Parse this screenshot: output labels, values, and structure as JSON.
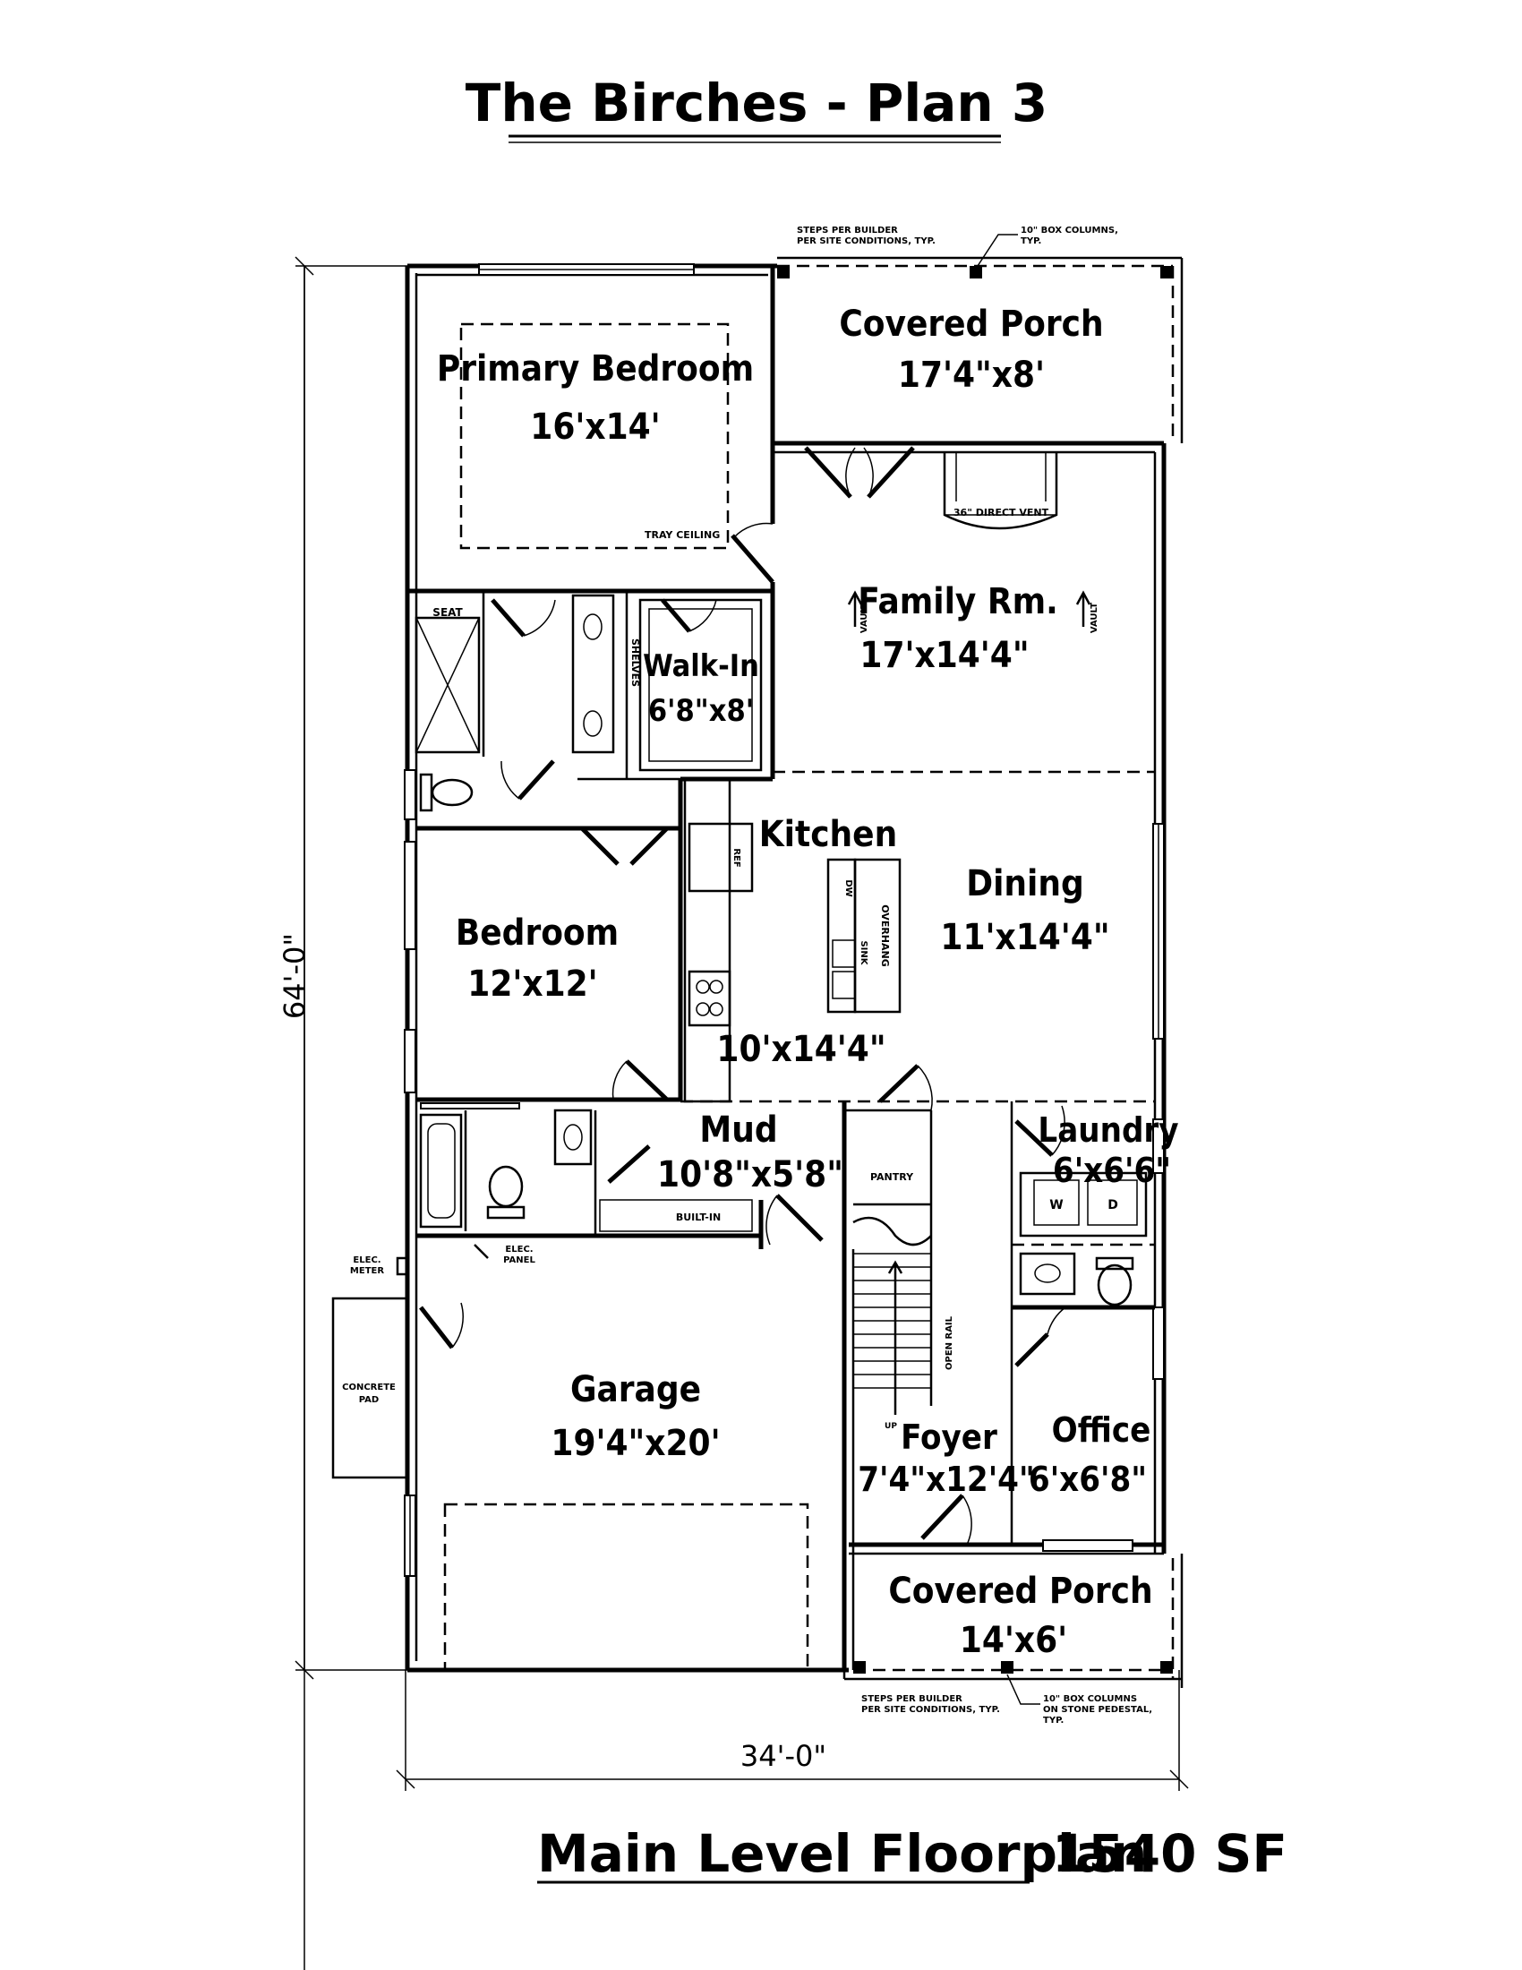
{
  "title": "The Birches - Plan 3",
  "footer": {
    "label": "Main Level Floorplan",
    "area": "1540 SF"
  },
  "dimensions": {
    "overall_depth": "64'-0\"",
    "overall_width": "34'-0\""
  },
  "rooms": [
    {
      "id": "primary-bedroom",
      "name": "Primary Bedroom",
      "size": "16'x14'"
    },
    {
      "id": "covered-porch-rear",
      "name": "Covered Porch",
      "size": "17'4\"x8'"
    },
    {
      "id": "family-room",
      "name": "Family Rm.",
      "size": "17'x14'4\""
    },
    {
      "id": "walk-in",
      "name": "Walk-In",
      "size": "6'8\"x8'"
    },
    {
      "id": "kitchen",
      "name": "Kitchen",
      "size": "10'x14'4\""
    },
    {
      "id": "dining",
      "name": "Dining",
      "size": "11'x14'4\""
    },
    {
      "id": "bedroom",
      "name": "Bedroom",
      "size": "12'x12'"
    },
    {
      "id": "mud",
      "name": "Mud",
      "size": "10'8\"x5'8\""
    },
    {
      "id": "laundry",
      "name": "Laundry",
      "size": "6'x6'6\""
    },
    {
      "id": "garage",
      "name": "Garage",
      "size": "19'4\"x20'"
    },
    {
      "id": "foyer",
      "name": "Foyer",
      "size": "7'4\"x12'4\""
    },
    {
      "id": "office",
      "name": "Office",
      "size": "6'x6'8\""
    },
    {
      "id": "covered-porch-front",
      "name": "Covered Porch",
      "size": "14'x6'"
    }
  ],
  "notes": {
    "steps_rear_1": "STEPS PER BUILDER",
    "steps_rear_2": "PER SITE CONDITIONS, TYP.",
    "columns_rear_1": "10\" BOX COLUMNS,",
    "columns_rear_2": "TYP.",
    "tray_ceiling": "TRAY CEILING",
    "direct_vent": "36\" DIRECT VENT",
    "vault": "VAULT",
    "seat": "SEAT",
    "shelves": "SHELVES",
    "ref": "REF",
    "dw": "DW",
    "sink": "SINK",
    "overhang": "OVERHANG",
    "pantry": "PANTRY",
    "built_in": "BUILT-IN",
    "elec_meter_1": "ELEC.",
    "elec_meter_2": "METER",
    "elec_panel_1": "ELEC.",
    "elec_panel_2": "PANEL",
    "concrete_pad_1": "CONCRETE",
    "concrete_pad_2": "PAD",
    "open_rail": "OPEN RAIL",
    "up": "UP",
    "washer": "W",
    "dryer": "D",
    "steps_front_1": "STEPS PER BUILDER",
    "steps_front_2": "PER SITE CONDITIONS, TYP.",
    "columns_front_1": "10\" BOX COLUMNS",
    "columns_front_2": "ON STONE PEDESTAL,",
    "columns_front_3": "TYP."
  }
}
